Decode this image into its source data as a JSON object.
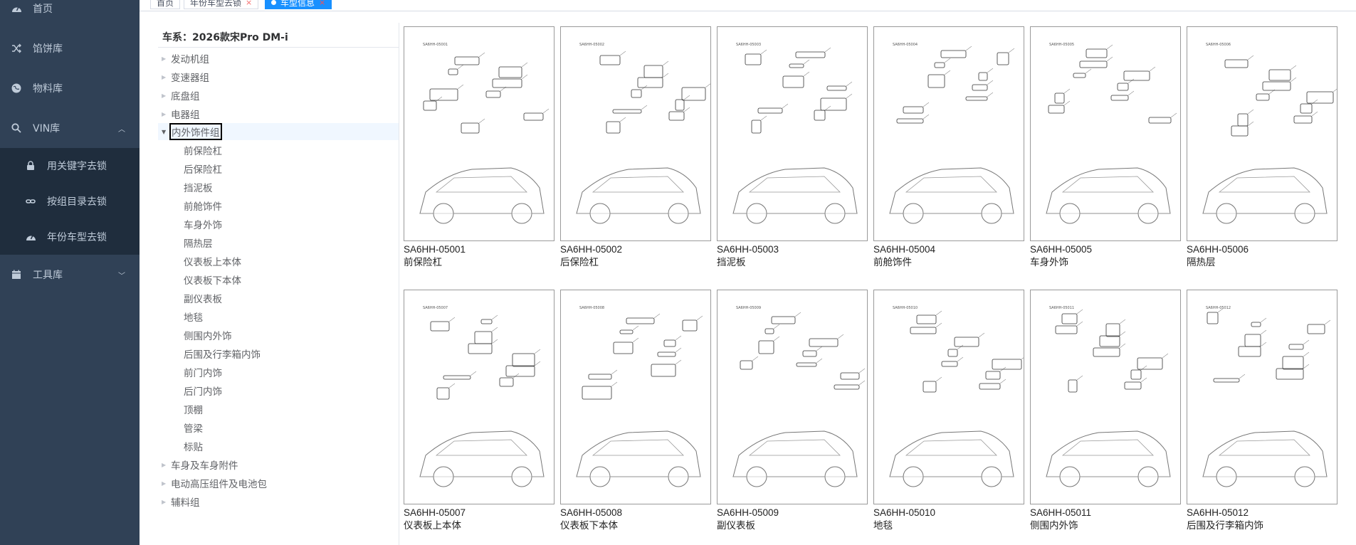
{
  "sidebar": {
    "items": [
      {
        "label": "首页",
        "icon": "dashboard-icon"
      },
      {
        "label": "馅饼库",
        "icon": "shuffle-icon"
      },
      {
        "label": "物料库",
        "icon": "globe-icon"
      },
      {
        "label": "VIN库",
        "icon": "search-icon",
        "expanded": true
      },
      {
        "label": "工具库",
        "icon": "calendar-icon"
      }
    ],
    "sub_items": [
      {
        "label": "用关键字去锁",
        "icon": "lock-icon"
      },
      {
        "label": "按组目录去锁",
        "icon": "link-icon"
      },
      {
        "label": "年份车型去锁",
        "icon": "dashboard-icon"
      }
    ]
  },
  "tabs": [
    {
      "label": "首页",
      "active": false
    },
    {
      "label": "年份车型去锁",
      "active": false,
      "close": "×"
    },
    {
      "label": "车型信息",
      "active": true,
      "close": "×"
    }
  ],
  "tree": {
    "title": "车系：2026款宋Pro DM-i",
    "top_groups": [
      "发动机组",
      "变速器组",
      "底盘组",
      "电器组",
      "内外饰件组"
    ],
    "children": [
      "前保险杠",
      "后保险杠",
      "挡泥板",
      "前舱饰件",
      "车身外饰",
      "隔热层",
      "仪表板上本体",
      "仪表板下本体",
      "副仪表板",
      "地毯",
      "侧围内外饰",
      "后围及行李箱内饰",
      "前门内饰",
      "后门内饰",
      "顶棚",
      "管梁",
      "标贴"
    ],
    "bottom_groups": [
      "车身及车身附件",
      "电动高压组件及电池包",
      "辅料组"
    ]
  },
  "cards": [
    {
      "code": "SA6HH-05001",
      "name": "前保险杠"
    },
    {
      "code": "SA6HH-05002",
      "name": "后保险杠"
    },
    {
      "code": "SA6HH-05003",
      "name": "挡泥板"
    },
    {
      "code": "SA6HH-05004",
      "name": "前舱饰件"
    },
    {
      "code": "SA6HH-05005",
      "name": "车身外饰"
    },
    {
      "code": "SA6HH-05006",
      "name": "隔热层"
    },
    {
      "code": "SA6HH-05007",
      "name": "仪表板上本体"
    },
    {
      "code": "SA6HH-05008",
      "name": "仪表板下本体"
    },
    {
      "code": "SA6HH-05009",
      "name": "副仪表板"
    },
    {
      "code": "SA6HH-05010",
      "name": "地毯"
    },
    {
      "code": "SA6HH-05011",
      "name": "侧围内外饰"
    },
    {
      "code": "SA6HH-05012",
      "name": "后围及行李箱内饰"
    }
  ],
  "colors": {
    "sidebar_bg": "#304156",
    "submenu_bg": "#1f2d3d",
    "accent": "#1890ff"
  }
}
